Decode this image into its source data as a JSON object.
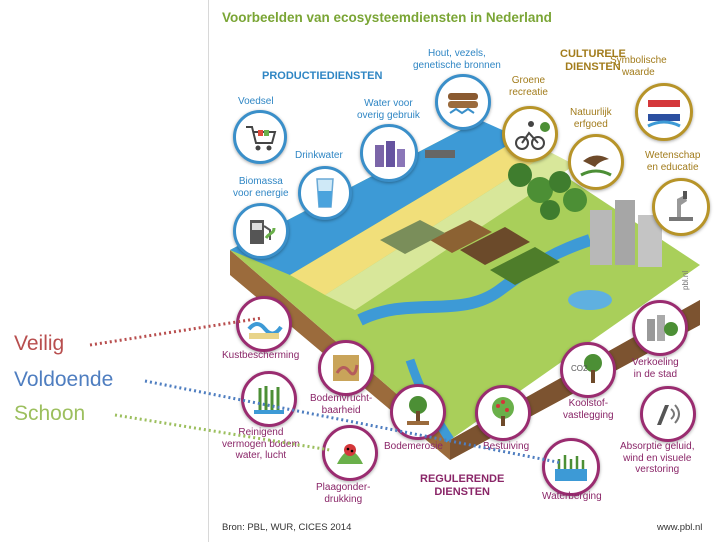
{
  "title": "Voorbeelden van ecosysteemdiensten in Nederland",
  "categories": {
    "production": "PRODUCTIEDIENSTEN",
    "cultural": "CULTURELE\nDIENSTEN",
    "regulating": "REGULERENDE\nDIENSTEN"
  },
  "services": {
    "voedsel": "Voedsel",
    "drinkwater": "Drinkwater",
    "water_gebruik": "Water voor\noverig gebruik",
    "hout": "Hout, vezels,\ngenetische bronnen",
    "biomassa": "Biomassa\nvoor energie",
    "recreatie": "Groene\nrecreatie",
    "symbolisch": "Symbolische\nwaarde",
    "erfgoed": "Natuurlijk\nerfgoed",
    "wetenschap": "Wetenschap\nen educatie",
    "kust": "Kustbescherming",
    "bodemvrucht": "Bodemvrucht-\nbaarheid",
    "reinigend": "Reinigend\nvermogen bodem\nwater, lucht",
    "plaag": "Plaagonder-\ndrukking",
    "erosie": "Bodemerosie",
    "bestuiving": "Bestuiving",
    "koolstof": "Koolstof-\nvastlegging",
    "verkoeling": "Verkoeling\nin de stad",
    "geluid": "Absorptie geluid,\nwind en visuele\nverstoring",
    "waterberging": "Waterberging"
  },
  "co2": "CO2",
  "watermark": "pbl.nl",
  "overlay_labels": {
    "veilig": "Veilig",
    "voldoende": "Voldoende",
    "schoon": "Schoon"
  },
  "colors": {
    "veilig": "#b84e4e",
    "voldoende": "#4f7ec0",
    "schoon": "#9cbf5e",
    "production": "#2f86c4",
    "cultural": "#a27c1c",
    "regulating": "#8a2668",
    "title": "#7aa535"
  },
  "footer": {
    "source": "Bron: PBL, WUR, CICES 2014",
    "site": "www.pbl.nl"
  }
}
